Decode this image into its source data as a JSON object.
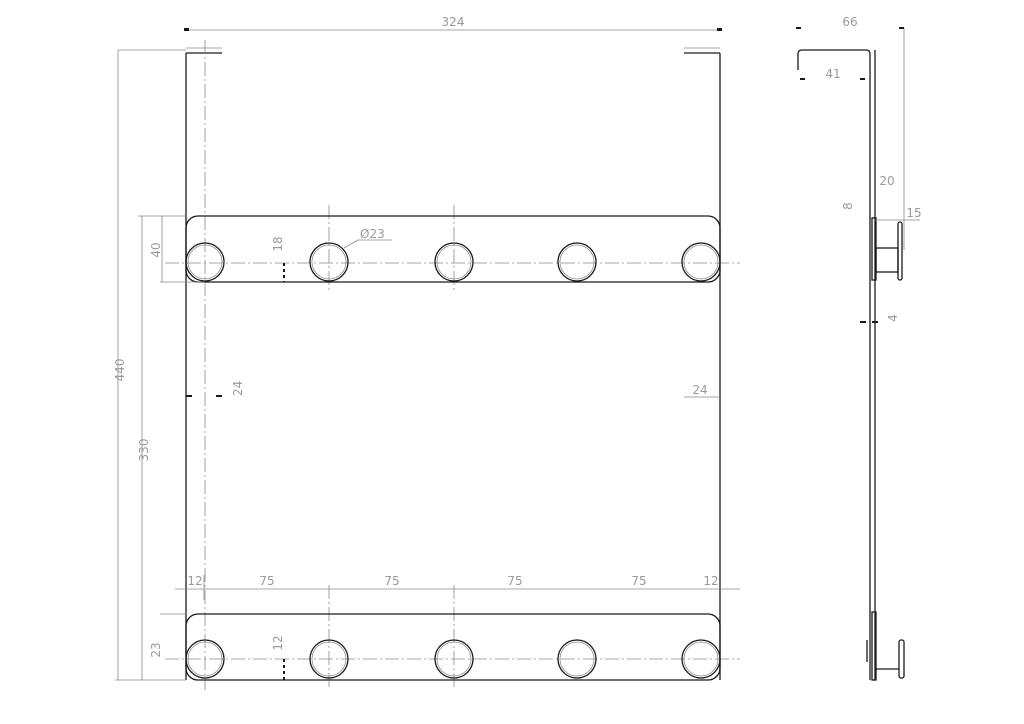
{
  "drawing": {
    "type": "technical-drawing",
    "subject": "door hook rack with 5 knobs per bar",
    "front_view": {
      "dimensions": {
        "overall_width": "324",
        "overall_height": "440",
        "bar_spacing": "330",
        "bar_height": "40",
        "hole_center_offset_top": "18",
        "hole_center_offset_bottom": "12",
        "knob_diameter": "Ø23",
        "side_margin_left": "24",
        "side_margin_right": "24",
        "edge_left": "12",
        "edge_right": "12",
        "pitch_1": "75",
        "pitch_2": "75",
        "pitch_3": "75",
        "pitch_4": "75",
        "bottom_bar_height": "23"
      },
      "knobs_per_bar": 5
    },
    "side_view": {
      "dimensions": {
        "hook_depth": "66",
        "hook_inner": "41",
        "knob_projection": "20",
        "plate_thickness": "8",
        "knob_head": "15",
        "thickness_marker": "4"
      }
    }
  }
}
